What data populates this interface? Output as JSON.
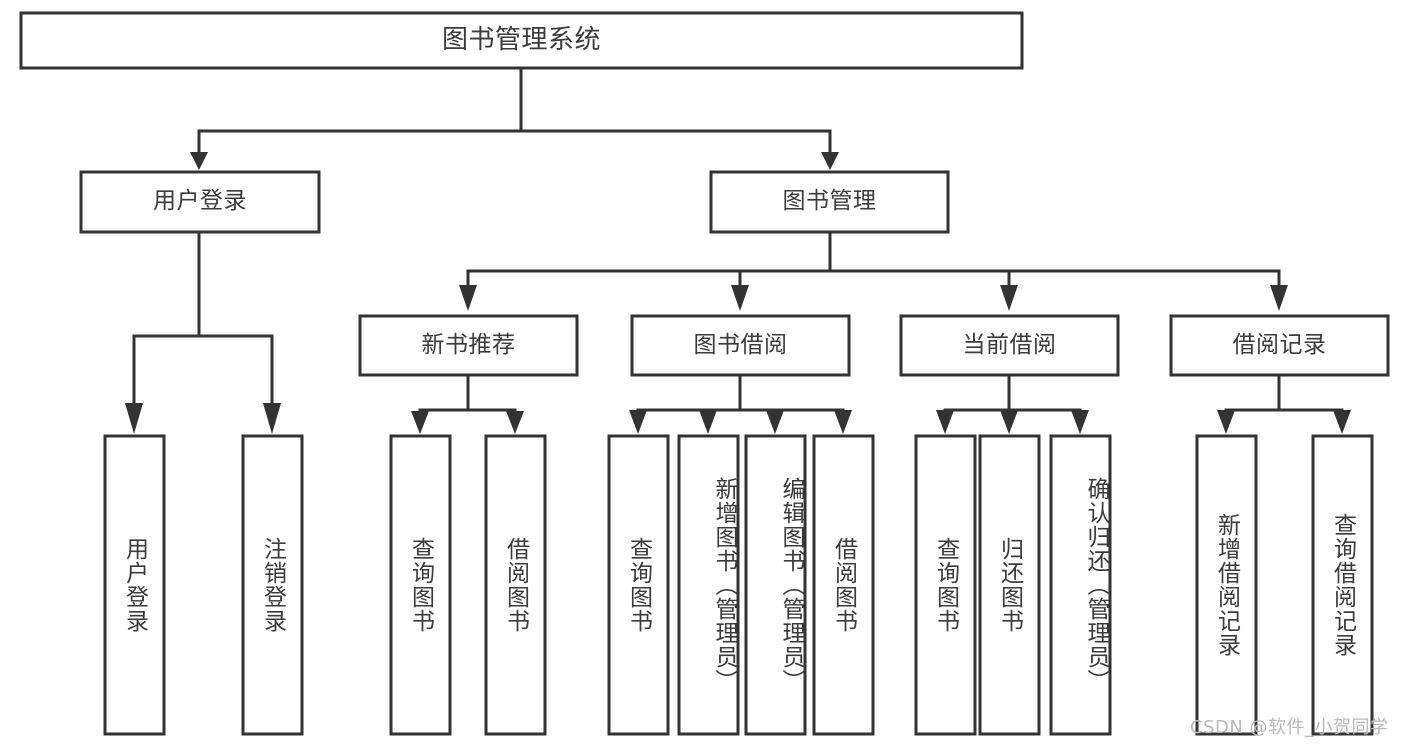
{
  "diagram": {
    "type": "tree",
    "title": "图书管理系统",
    "orientation": "top-down",
    "colors": {
      "box_fill": "#ffffff",
      "box_stroke": "#333333",
      "text": "#3b3b3b",
      "background": "#ffffff",
      "watermark": "#b9b9b9"
    },
    "root": {
      "label": "图书管理系统"
    },
    "level2": [
      {
        "label": "用户登录"
      },
      {
        "label": "图书管理"
      }
    ],
    "level3": [
      {
        "label": "新书推荐"
      },
      {
        "label": "图书借阅"
      },
      {
        "label": "当前借阅"
      },
      {
        "label": "借阅记录"
      }
    ],
    "leaves": {
      "user_login": [
        {
          "label": "用户登录"
        },
        {
          "label": "注销登录"
        }
      ],
      "new_book_recommend": [
        {
          "label": "查询图书"
        },
        {
          "label": "借阅图书"
        }
      ],
      "book_borrow": [
        {
          "label": "查询图书"
        },
        {
          "label": "新增图书（管理员）"
        },
        {
          "label": "编辑图书（管理员）"
        },
        {
          "label": "借阅图书"
        }
      ],
      "current_borrow": [
        {
          "label": "查询图书"
        },
        {
          "label": "归还图书"
        },
        {
          "label": "确认归还（管理员）"
        }
      ],
      "borrow_records": [
        {
          "label": "新增借阅记录"
        },
        {
          "label": "查询借阅记录"
        }
      ]
    }
  },
  "watermark": {
    "text": "CSDN @软件_小贺同学"
  }
}
